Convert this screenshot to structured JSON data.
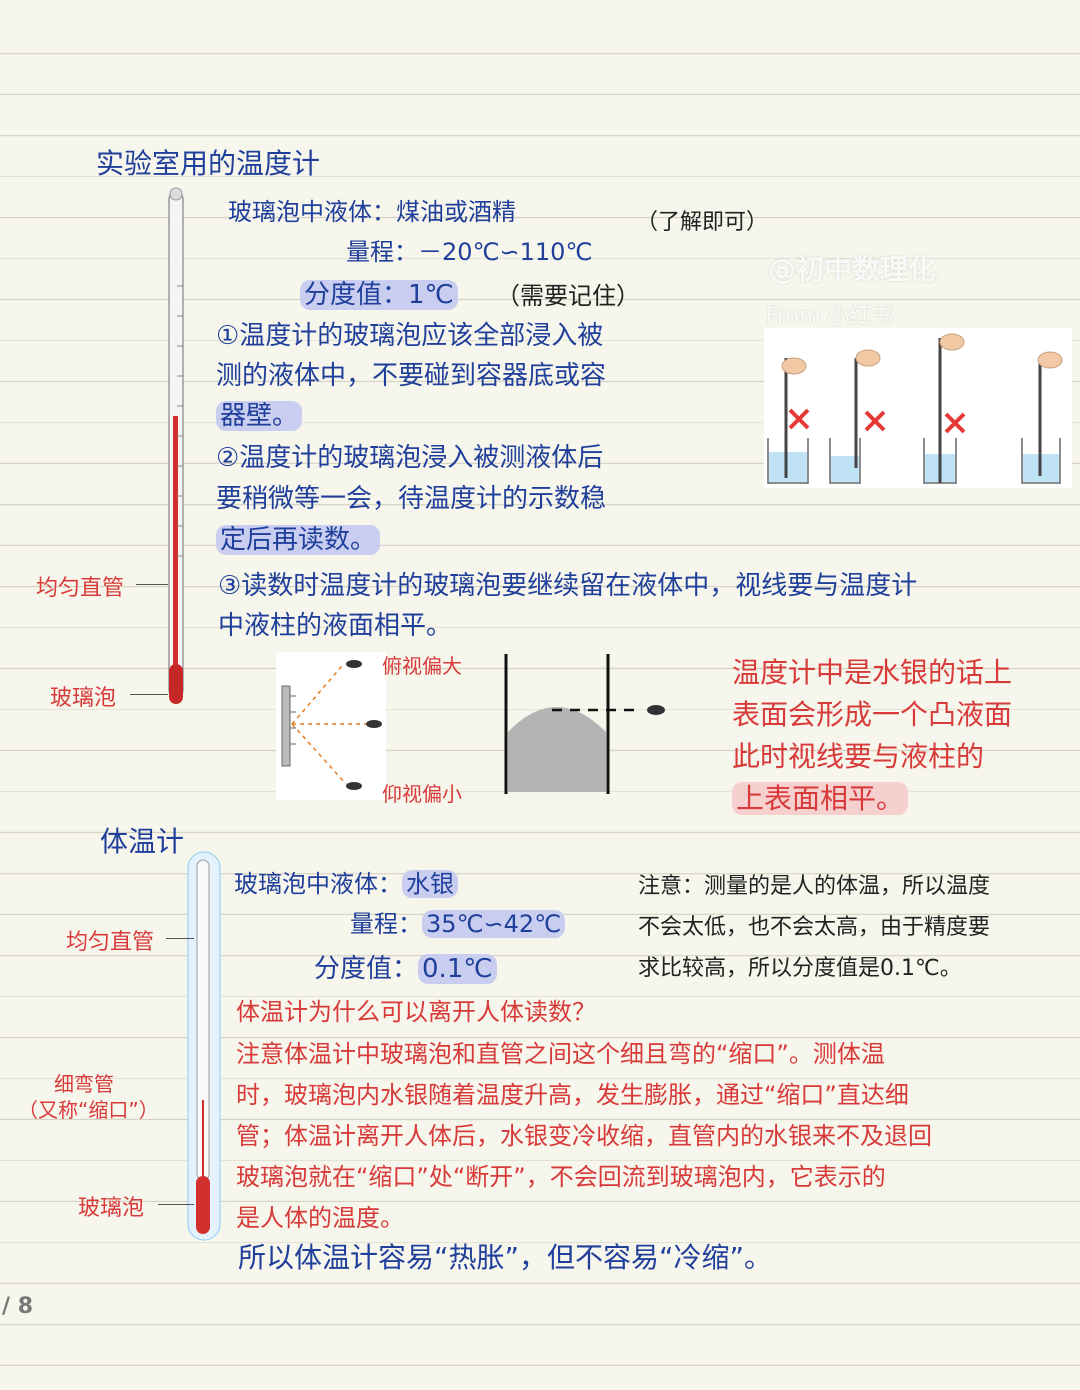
{
  "section1": {
    "title": "实验室用的温度计",
    "liquid": "玻璃泡中液体：煤油或酒精",
    "note_optional": "（了解即可）",
    "range": "量程：－20℃∽110℃",
    "division": "分度值：1℃",
    "division_note": "（需要记住）",
    "rule1_lines": [
      "①温度计的玻璃泡应该全部浸入被",
      "测的液体中，不要碰到容器底或容",
      "器壁。"
    ],
    "rule2_lines": [
      "②温度计的玻璃泡浸入被测液体后",
      "要稍微等一会，待温度计的示数稳",
      "定后再读数。"
    ],
    "rule3_lines": [
      "③读数时温度计的玻璃泡要继续留在液体中，视线要与温度计",
      "中液柱的液面相平。"
    ],
    "label_tube": "均匀直管",
    "label_bulb": "玻璃泡",
    "eye_top": "俯视偏大",
    "eye_bottom": "仰视偏小",
    "mercury_lines": [
      "温度计中是水银的话上",
      "表面会形成一个凸液面",
      "此时视线要与液柱的",
      "上表面相平。"
    ]
  },
  "watermark": {
    "handle": "@初中数理化",
    "source": "From 小红书"
  },
  "section2": {
    "title": "体温计",
    "liquid_label": "玻璃泡中液体：",
    "liquid_value": "水银",
    "range_label": "量程：",
    "range_value": "35℃∽42℃",
    "division_label": "分度值：",
    "division_value": "0.1℃",
    "note_lines": [
      "注意：测量的是人的体温，所以温度",
      "不会太低，也不会太高，由于精度要",
      "求比较高，所以分度值是0.1℃。"
    ],
    "question": "体温计为什么可以离开人体读数？",
    "label_tube": "均匀直管",
    "label_bend_1": "细弯管",
    "label_bend_2": "（又称“缩口”）",
    "label_bulb": "玻璃泡",
    "explain_lines": [
      "注意体温计中玻璃泡和直管之间这个细且弯的“缩口”。测体温",
      "时，玻璃泡内水银随着温度升高，发生膨胀，通过“缩口”直达细",
      "管；体温计离开人体后，水银变冷收缩，直管内的水银来不及退回",
      "玻璃泡就在“缩口”处“断开”，不会回流到玻璃泡内，它表示的",
      "是人体的温度。"
    ],
    "conclusion": "所以体温计容易“热胀”，但不容易“冷缩”。"
  },
  "page_indicator": "/ 8",
  "colors": {
    "ink_blue": "#1f3f9b",
    "ink_red": "#d83a3a",
    "highlight_blue": "#c9cef0",
    "highlight_red": "#f6cfcf"
  }
}
